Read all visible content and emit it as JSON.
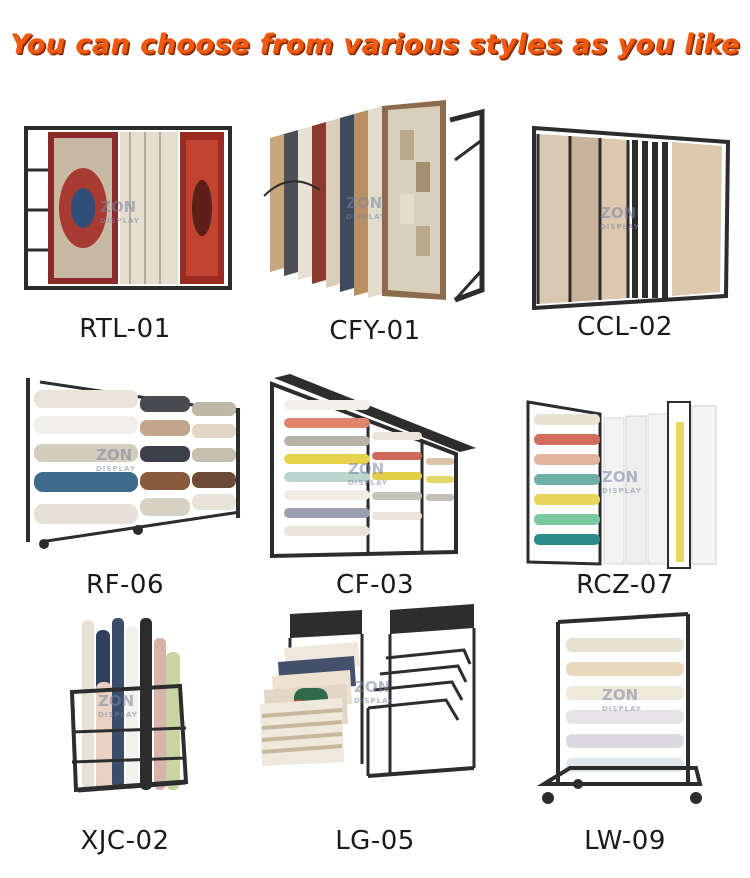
{
  "headline": "You can choose from various styles as you like",
  "watermark": {
    "brand": "ZON",
    "sub": "DISPLAY"
  },
  "products": [
    {
      "code": "RTL-01",
      "icon": "sliding-rug-rack-icon"
    },
    {
      "code": "CFY-01",
      "icon": "flip-rug-rack-icon"
    },
    {
      "code": "CCL-02",
      "icon": "sliding-panel-rack-icon"
    },
    {
      "code": "RF-06",
      "icon": "roll-shelf-rack-icon"
    },
    {
      "code": "CF-03",
      "icon": "roll-pull-rack-icon"
    },
    {
      "code": "RCZ-07",
      "icon": "roll-wall-rack-icon"
    },
    {
      "code": "XJC-02",
      "icon": "roll-bin-rack-icon"
    },
    {
      "code": "LG-05",
      "icon": "hanging-sample-rack-icon"
    },
    {
      "code": "LW-09",
      "icon": "mobile-roll-rack-icon"
    }
  ],
  "colors": {
    "headline": "#f05a10",
    "frame": "#2d2d2d"
  }
}
